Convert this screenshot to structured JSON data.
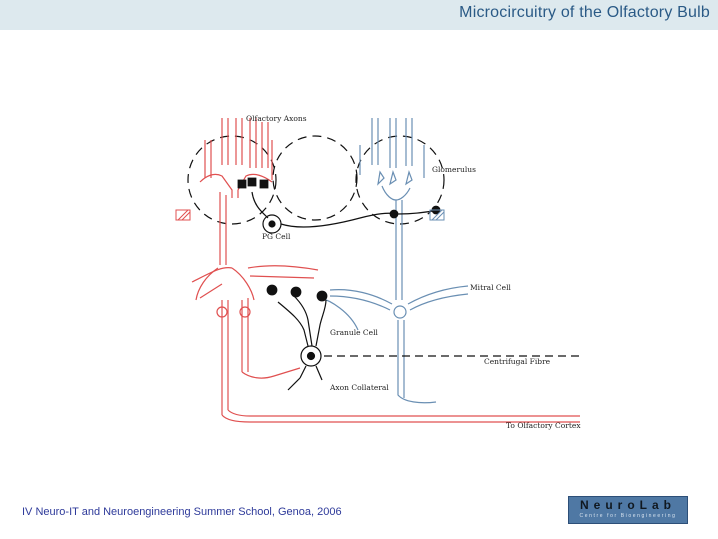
{
  "slide": {
    "title": "Microcircuitry of the Olfactory Bulb",
    "footer": "IV Neuro-IT and Neuroengineering Summer School, Genoa, 2006"
  },
  "logo": {
    "name": "NeuroLab",
    "subtitle": "Centre for Bioengineering"
  },
  "diagram": {
    "labels": {
      "olfactory_axons": "Olfactory Axons",
      "glomerulus": "Glomerulus",
      "pg_cell": "PG Cell",
      "mitral_cell": "Mitral Cell",
      "granule_cell": "Granule Cell",
      "centrifugal_fibre": "Centrifugal Fibre",
      "axon_collateral": "Axon Collateral",
      "to_olfactory_cortex": "To Olfactory Cortex"
    },
    "colors": {
      "tufted_cell": "#e05050",
      "mitral_cell": "#6a8fb3",
      "interneurons": "#111111",
      "title_bar": "#dde9ee",
      "title_text": "#2a5a86",
      "footer_text": "#2e3a9a",
      "logo_bg": "#4f78a4"
    }
  }
}
